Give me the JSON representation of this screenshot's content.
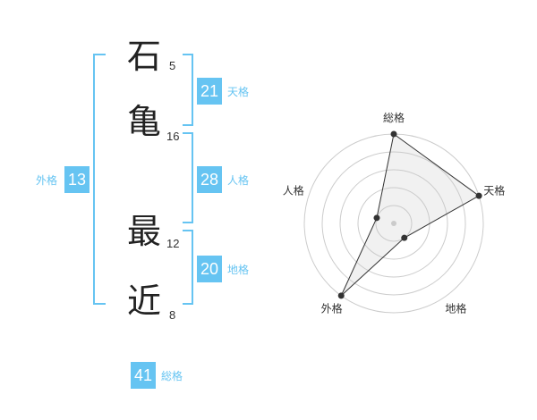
{
  "name": {
    "chars": [
      {
        "char": "石",
        "strokes": "5"
      },
      {
        "char": "亀",
        "strokes": "16"
      },
      {
        "char": "最",
        "strokes": "12"
      },
      {
        "char": "近",
        "strokes": "8"
      }
    ]
  },
  "scores": {
    "tenkaku": {
      "value": "21",
      "label": "天格"
    },
    "jinkaku": {
      "value": "28",
      "label": "人格"
    },
    "chikaku": {
      "value": "20",
      "label": "地格"
    },
    "gaikaku": {
      "value": "13",
      "label": "外格"
    },
    "soukaku": {
      "value": "41",
      "label": "総格"
    }
  },
  "colors": {
    "accent": "#66c4f2",
    "text": "#222222"
  },
  "chart_data": {
    "type": "radar",
    "axes": [
      "総格",
      "天格",
      "地格",
      "外格",
      "人格"
    ],
    "levels": 5,
    "values": [
      5,
      5,
      1,
      5,
      1
    ],
    "max": 5
  }
}
